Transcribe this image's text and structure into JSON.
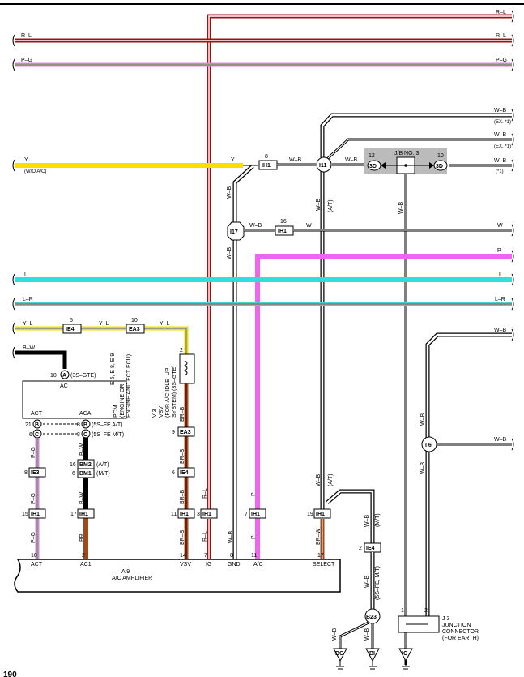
{
  "wire_codes": {
    "rl_top": "R–L",
    "rl_left": "R–L",
    "rl_right": "R–L",
    "pg_left": "P–G",
    "pg_right": "P–G",
    "y": "Y",
    "y_note": "(W/O A/C)",
    "y_mid": "Y",
    "wb_1": "W–B",
    "wb_1_note": "(EX. *1)",
    "wb_2": "W–B",
    "wb_2_note": "(EX. *1)",
    "wb_3": "W–B",
    "wb_3_note": "(*1)",
    "wb_4": "W–B",
    "wb_5": "W–B",
    "wb_6": "W–B",
    "w_right": "W",
    "w_mid": "W",
    "p_right": "P",
    "l_left": "L",
    "l_right": "L",
    "lr_left": "L–R",
    "lr_right": "L–R",
    "yl_left": "Y–L",
    "yl_mid": "Y–L",
    "yl_mid2": "Y–L",
    "bw_left": "B–W"
  },
  "connectors": {
    "ih1_top": "IH1",
    "ih1_top_pin": "8",
    "ih1_top_wire": "W–B",
    "i11": "I11",
    "i17": "I17",
    "i6": "I 6",
    "ih1_mid": "IH1",
    "ih1_mid_pin": "16",
    "ih1_mid_wire_left": "W–B",
    "jb_title": "J/B NO. 3",
    "jb_left": "3D",
    "jb_left_pin": "12",
    "jb_right": "3D",
    "jb_right_pin": "10",
    "ie4_a": "IE4",
    "ie4_a_pin": "5",
    "ea3_a": "EA3",
    "ea3_a_pin": "10",
    "ie3": "IE3",
    "ie3_pin": "8",
    "ea3_b": "EA3",
    "ea3_b_pin": "9",
    "ie4_b": "IE4",
    "ie4_b_pin": "6",
    "bm2": "BM2",
    "bm2_pin": "16",
    "bm2_note": "(A/T)",
    "bm1": "BM1",
    "bm1_pin": "6",
    "bm1_note": "(M/T)",
    "ie4_c": "IE4",
    "ie4_c_pin": "2",
    "b23": "B23"
  },
  "ih1_row": [
    {
      "pin": "15",
      "label": "IH1"
    },
    {
      "pin": "17",
      "label": "IH1"
    },
    {
      "pin": "11",
      "label": "IH1"
    },
    {
      "pin": "3",
      "label": "IH1"
    },
    {
      "pin": "7",
      "label": "IH1"
    },
    {
      "pin": "19",
      "label": "IH1"
    }
  ],
  "pcm": {
    "pin_ac": "10",
    "letter_ac": "A",
    "note_ac": "(3S–GTE)",
    "label_ac": "AC",
    "label_act": "ACT",
    "label_aca": "ACA",
    "pin_act_b": "21",
    "letter_b": "B",
    "pin_aca_b": "8",
    "note_b": "(5S–FE A/T)",
    "pin_act_c": "6",
    "letter_c": "C",
    "pin_aca_c": "3",
    "note_c": "(5S–FE M/T)",
    "side_letters": [
      "A",
      "B",
      "C"
    ],
    "side_ref": "E 6, E 8, E 9",
    "name": "PCM",
    "name_note": "(ENGINE OR",
    "name_note2": "ENGINE AND ECT ECU)"
  },
  "vsv": {
    "ref": "V 3",
    "name": "VSV",
    "note": "(FOR A/C IDLE–UP",
    "note2": "SYSTEM) (3S–GTE)",
    "pin": "2"
  },
  "amp": {
    "ref": "A 9",
    "name": "A/C AMPLIFIER",
    "pins": [
      {
        "pin": "10",
        "label": "ACT",
        "wire": "P–G",
        "wire_upper": "P–G"
      },
      {
        "pin": "2",
        "label": "AC1",
        "wire": "BR",
        "wire_upper": "B–W"
      },
      {
        "pin": "14",
        "label": "VSV",
        "wire": "BR–B",
        "wire_upper": "BR–B"
      },
      {
        "pin": "7",
        "label": "IG",
        "wire": "R–L",
        "wire_upper": "R–L"
      },
      {
        "pin": "8",
        "label": "GND",
        "wire": "W–B",
        "wire_upper": "W–B"
      },
      {
        "pin": "11",
        "label": "A/C",
        "wire": "P",
        "wire_upper": "P"
      },
      {
        "pin": "17",
        "label": "SELECT",
        "wire": "BR–W",
        "wire_upper": "W–B"
      }
    ]
  },
  "extra_labels": {
    "bw_vertical": "B–W",
    "brb_vsv": "BR–B",
    "brb_mid": "BR–B",
    "wb_ig_top": "W–B",
    "wb_gnd": "W–B",
    "at_note": "(A/T)",
    "at_note2": "(A/T)",
    "wb_at": "W–B",
    "wb_mt": "W–B",
    "wb_mt_note": "(M/T)",
    "wb_5sfe": "W–B",
    "wb_5sfe_note": "(5S–FE, M/T)",
    "wb_jb": "W–B",
    "wb_j3a": "W–B",
    "wb_j3b": "W–B",
    "wb_b23_a": "W–B",
    "wb_b23_b": "W–B"
  },
  "junction": {
    "ref": "J 3",
    "name": "JUNCTION",
    "name2": "CONNECTOR",
    "name3": "(FOR EARTH)",
    "pin1": "1",
    "pin2": "2"
  },
  "grounds": {
    "bg": "BG",
    "bi": "BI",
    "ic": "IC"
  },
  "page_number": "190"
}
